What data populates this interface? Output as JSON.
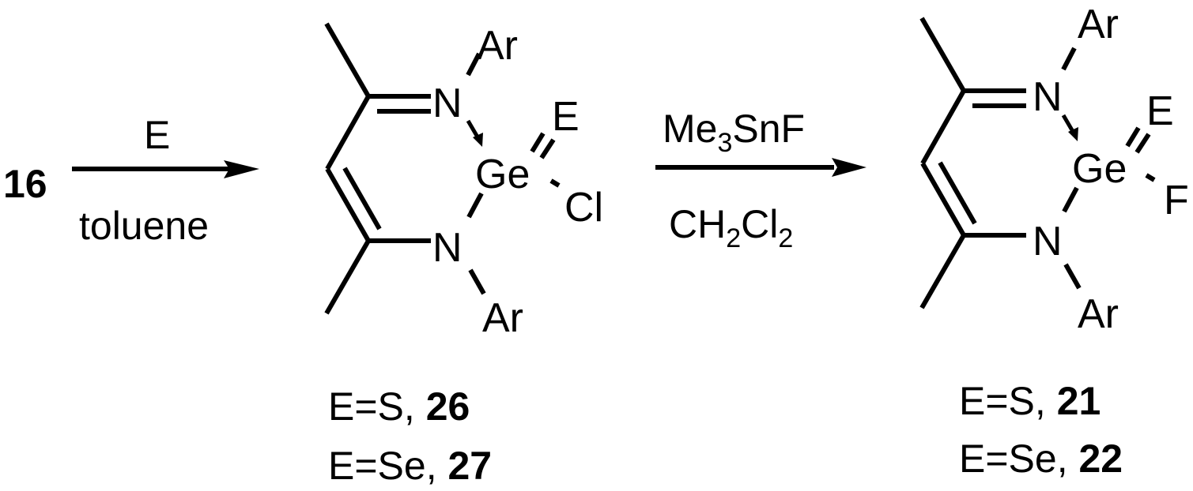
{
  "scheme": {
    "starting_material": "16",
    "step1": {
      "reagent": "E",
      "solvent": "toluene"
    },
    "intermediate": {
      "atoms": {
        "N_top": "N",
        "N_bottom": "N",
        "Ar_top": "Ar",
        "Ar_bottom": "Ar",
        "Ge": "Ge",
        "E": "E",
        "X": "Cl"
      },
      "labels": [
        {
          "prefix": "E=S, ",
          "number": "26"
        },
        {
          "prefix": "E=Se, ",
          "number": "27"
        }
      ]
    },
    "step2": {
      "reagent_main": "Me",
      "reagent_sub": "3",
      "reagent_tail": "SnF",
      "solvent_a": "CH",
      "solvent_sub1": "2",
      "solvent_b": "Cl",
      "solvent_sub2": "2"
    },
    "product": {
      "atoms": {
        "N_top": "N",
        "N_bottom": "N",
        "Ar_top": "Ar",
        "Ar_bottom": "Ar",
        "Ge": "Ge",
        "E": "E",
        "X": "F"
      },
      "labels": [
        {
          "prefix": "E=S, ",
          "number": "21"
        },
        {
          "prefix": "E=Se, ",
          "number": "22"
        }
      ]
    }
  }
}
